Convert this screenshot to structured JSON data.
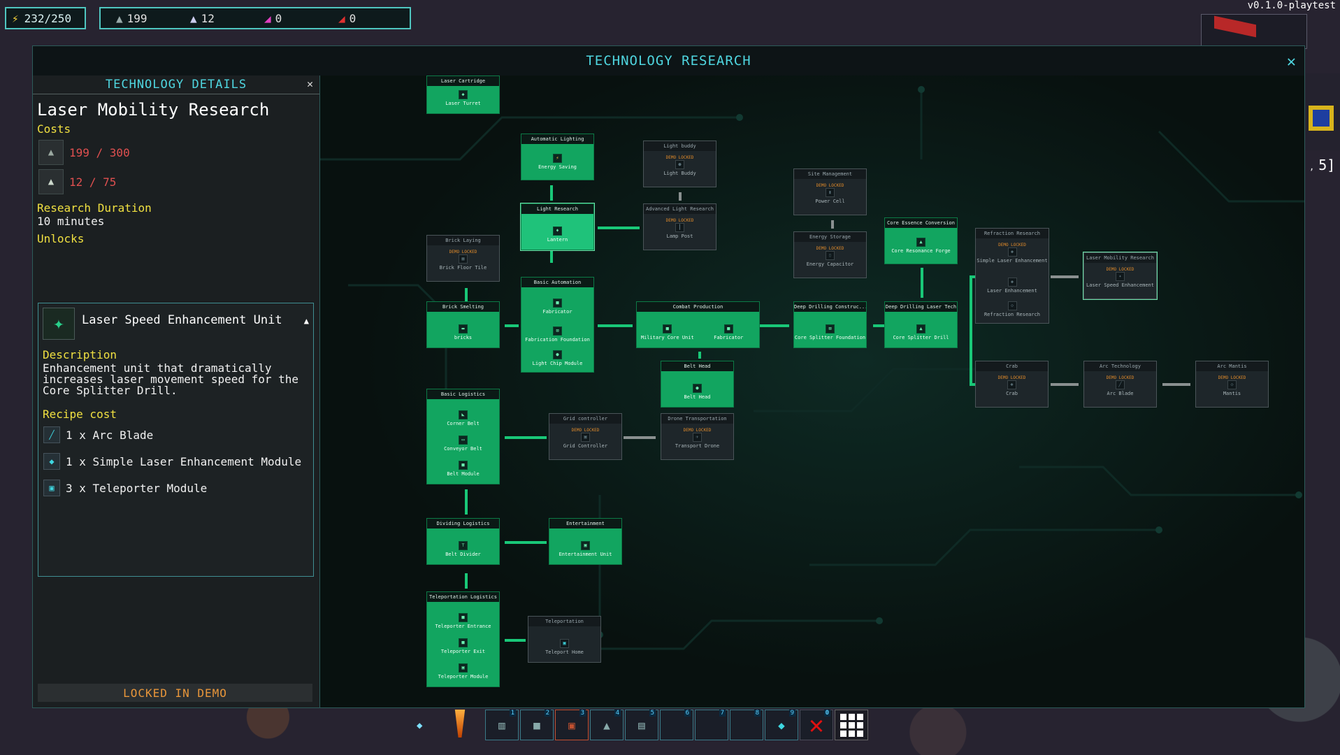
{
  "hud": {
    "energy": "232/250",
    "resources": [
      {
        "icon": "stone-icon",
        "value": "199"
      },
      {
        "icon": "metal-icon",
        "value": "12"
      },
      {
        "icon": "purple-crystal-icon",
        "value": "0"
      },
      {
        "icon": "red-crystal-icon",
        "value": "0"
      }
    ],
    "version": "v0.1.0-playtest",
    "coordinate_fragment": "5]",
    "coordinate_separator": ","
  },
  "window": {
    "title": "TECHNOLOGY RESEARCH",
    "close": "✕"
  },
  "details": {
    "header": "TECHNOLOGY DETAILS",
    "close": "✕",
    "name": "Laser Mobility Research",
    "costs_label": "Costs",
    "costs": [
      {
        "icon": "stone-icon",
        "value": "199 / 300"
      },
      {
        "icon": "metal-icon",
        "value": "12 / 75"
      }
    ],
    "duration_label": "Research Duration",
    "duration_value": "10 minutes",
    "unlocks_label": "Unlocks",
    "unlock_title": "Laser Speed Enhancement Unit",
    "description_label": "Description",
    "description": "Enhancement unit that dramatically increases laser movement speed for the Core Splitter Drill.",
    "recipe_label": "Recipe cost",
    "recipe": [
      "1 x Arc Blade",
      "1 x Simple Laser Enhancement Module",
      "3 x Teleporter Module"
    ],
    "locked_button": "LOCKED IN DEMO"
  },
  "tree": {
    "demo_text": "DEMO LOCKED",
    "nodes": {
      "laser_cartridge": {
        "title": "Laser Cartridge",
        "items": [
          "Laser Turret"
        ]
      },
      "automatic_lighting": {
        "title": "Automatic Lighting",
        "items": [
          "Energy Saving"
        ]
      },
      "light_buddy": {
        "title": "Light buddy",
        "items": [
          "Light Buddy"
        ]
      },
      "site_management": {
        "title": "Site Management",
        "items": [
          "Power Cell"
        ]
      },
      "light_research": {
        "title": "Light Research",
        "items": [
          "Lantern"
        ]
      },
      "advanced_light": {
        "title": "Advanced Light Research",
        "items": [
          "Lamp Post"
        ]
      },
      "energy_storage": {
        "title": "Energy Storage",
        "items": [
          "Energy Capacitor"
        ]
      },
      "core_essence": {
        "title": "Core Essence Conversion",
        "items": [
          "Core Resonance Forge"
        ]
      },
      "refraction": {
        "title": "Refraction Research",
        "items": [
          "Simple Laser Enhancement",
          "Laser Enhancement",
          "Refraction Research"
        ]
      },
      "laser_mobility": {
        "title": "Laser Mobility Research",
        "items": [
          "Laser Speed Enhancement"
        ]
      },
      "brick_laying": {
        "title": "Brick Laying",
        "items": [
          "Brick Floor Tile"
        ]
      },
      "basic_automation": {
        "title": "Basic Automation",
        "items": [
          "Fabricator",
          "Fabrication Foundation",
          "Light Chip Module"
        ]
      },
      "brick_smelting": {
        "title": "Brick Smelting",
        "items": [
          "bricks"
        ]
      },
      "combat_production": {
        "title": "Combat Production",
        "items": [
          "Military Core Unit",
          "Fabricator"
        ]
      },
      "deep_drilling_construction": {
        "title": "Deep Drilling Construc...",
        "items": [
          "Core Splitter Foundation"
        ]
      },
      "deep_drilling_laser": {
        "title": "Deep Drilling Laser Tech",
        "items": [
          "Core Splitter Drill"
        ]
      },
      "crab": {
        "title": "Crab",
        "items": [
          "Crab"
        ]
      },
      "arc_technology": {
        "title": "Arc Technology",
        "items": [
          "Arc Blade"
        ]
      },
      "arc_mantis": {
        "title": "Arc Mantis",
        "items": [
          "Mantis"
        ]
      },
      "belt_head": {
        "title": "Belt Head",
        "items": [
          "Belt Head"
        ]
      },
      "basic_logistics": {
        "title": "Basic Logistics",
        "items": [
          "Corner Belt",
          "Conveyor Belt",
          "Belt Module"
        ]
      },
      "grid_controller": {
        "title": "Grid controller",
        "items": [
          "Grid Controller"
        ]
      },
      "drone_transportation": {
        "title": "Drone Transportation",
        "items": [
          "Transport Drone"
        ]
      },
      "dividing_logistics": {
        "title": "Dividing Logistics",
        "items": [
          "Belt Divider"
        ]
      },
      "entertainment": {
        "title": "Entertainment",
        "items": [
          "Entertainment Unit"
        ]
      },
      "teleportation_logistics": {
        "title": "Teleportation Logistics",
        "items": [
          "Teleporter Entrance",
          "Teleporter Exit",
          "Teleporter Module"
        ]
      },
      "teleportation": {
        "title": "Teleportation",
        "items": [
          "Teleport Home"
        ]
      }
    }
  },
  "hotbar": {
    "slots": [
      "1",
      "2",
      "3",
      "4",
      "5",
      "6",
      "7",
      "8",
      "9",
      "0"
    ]
  },
  "colors": {
    "accent": "#4fd6e0",
    "unlocked_node": "#12a560",
    "locked_text": "#e08a2a",
    "cost_red": "#e05050",
    "label_yellow": "#f0e041"
  }
}
